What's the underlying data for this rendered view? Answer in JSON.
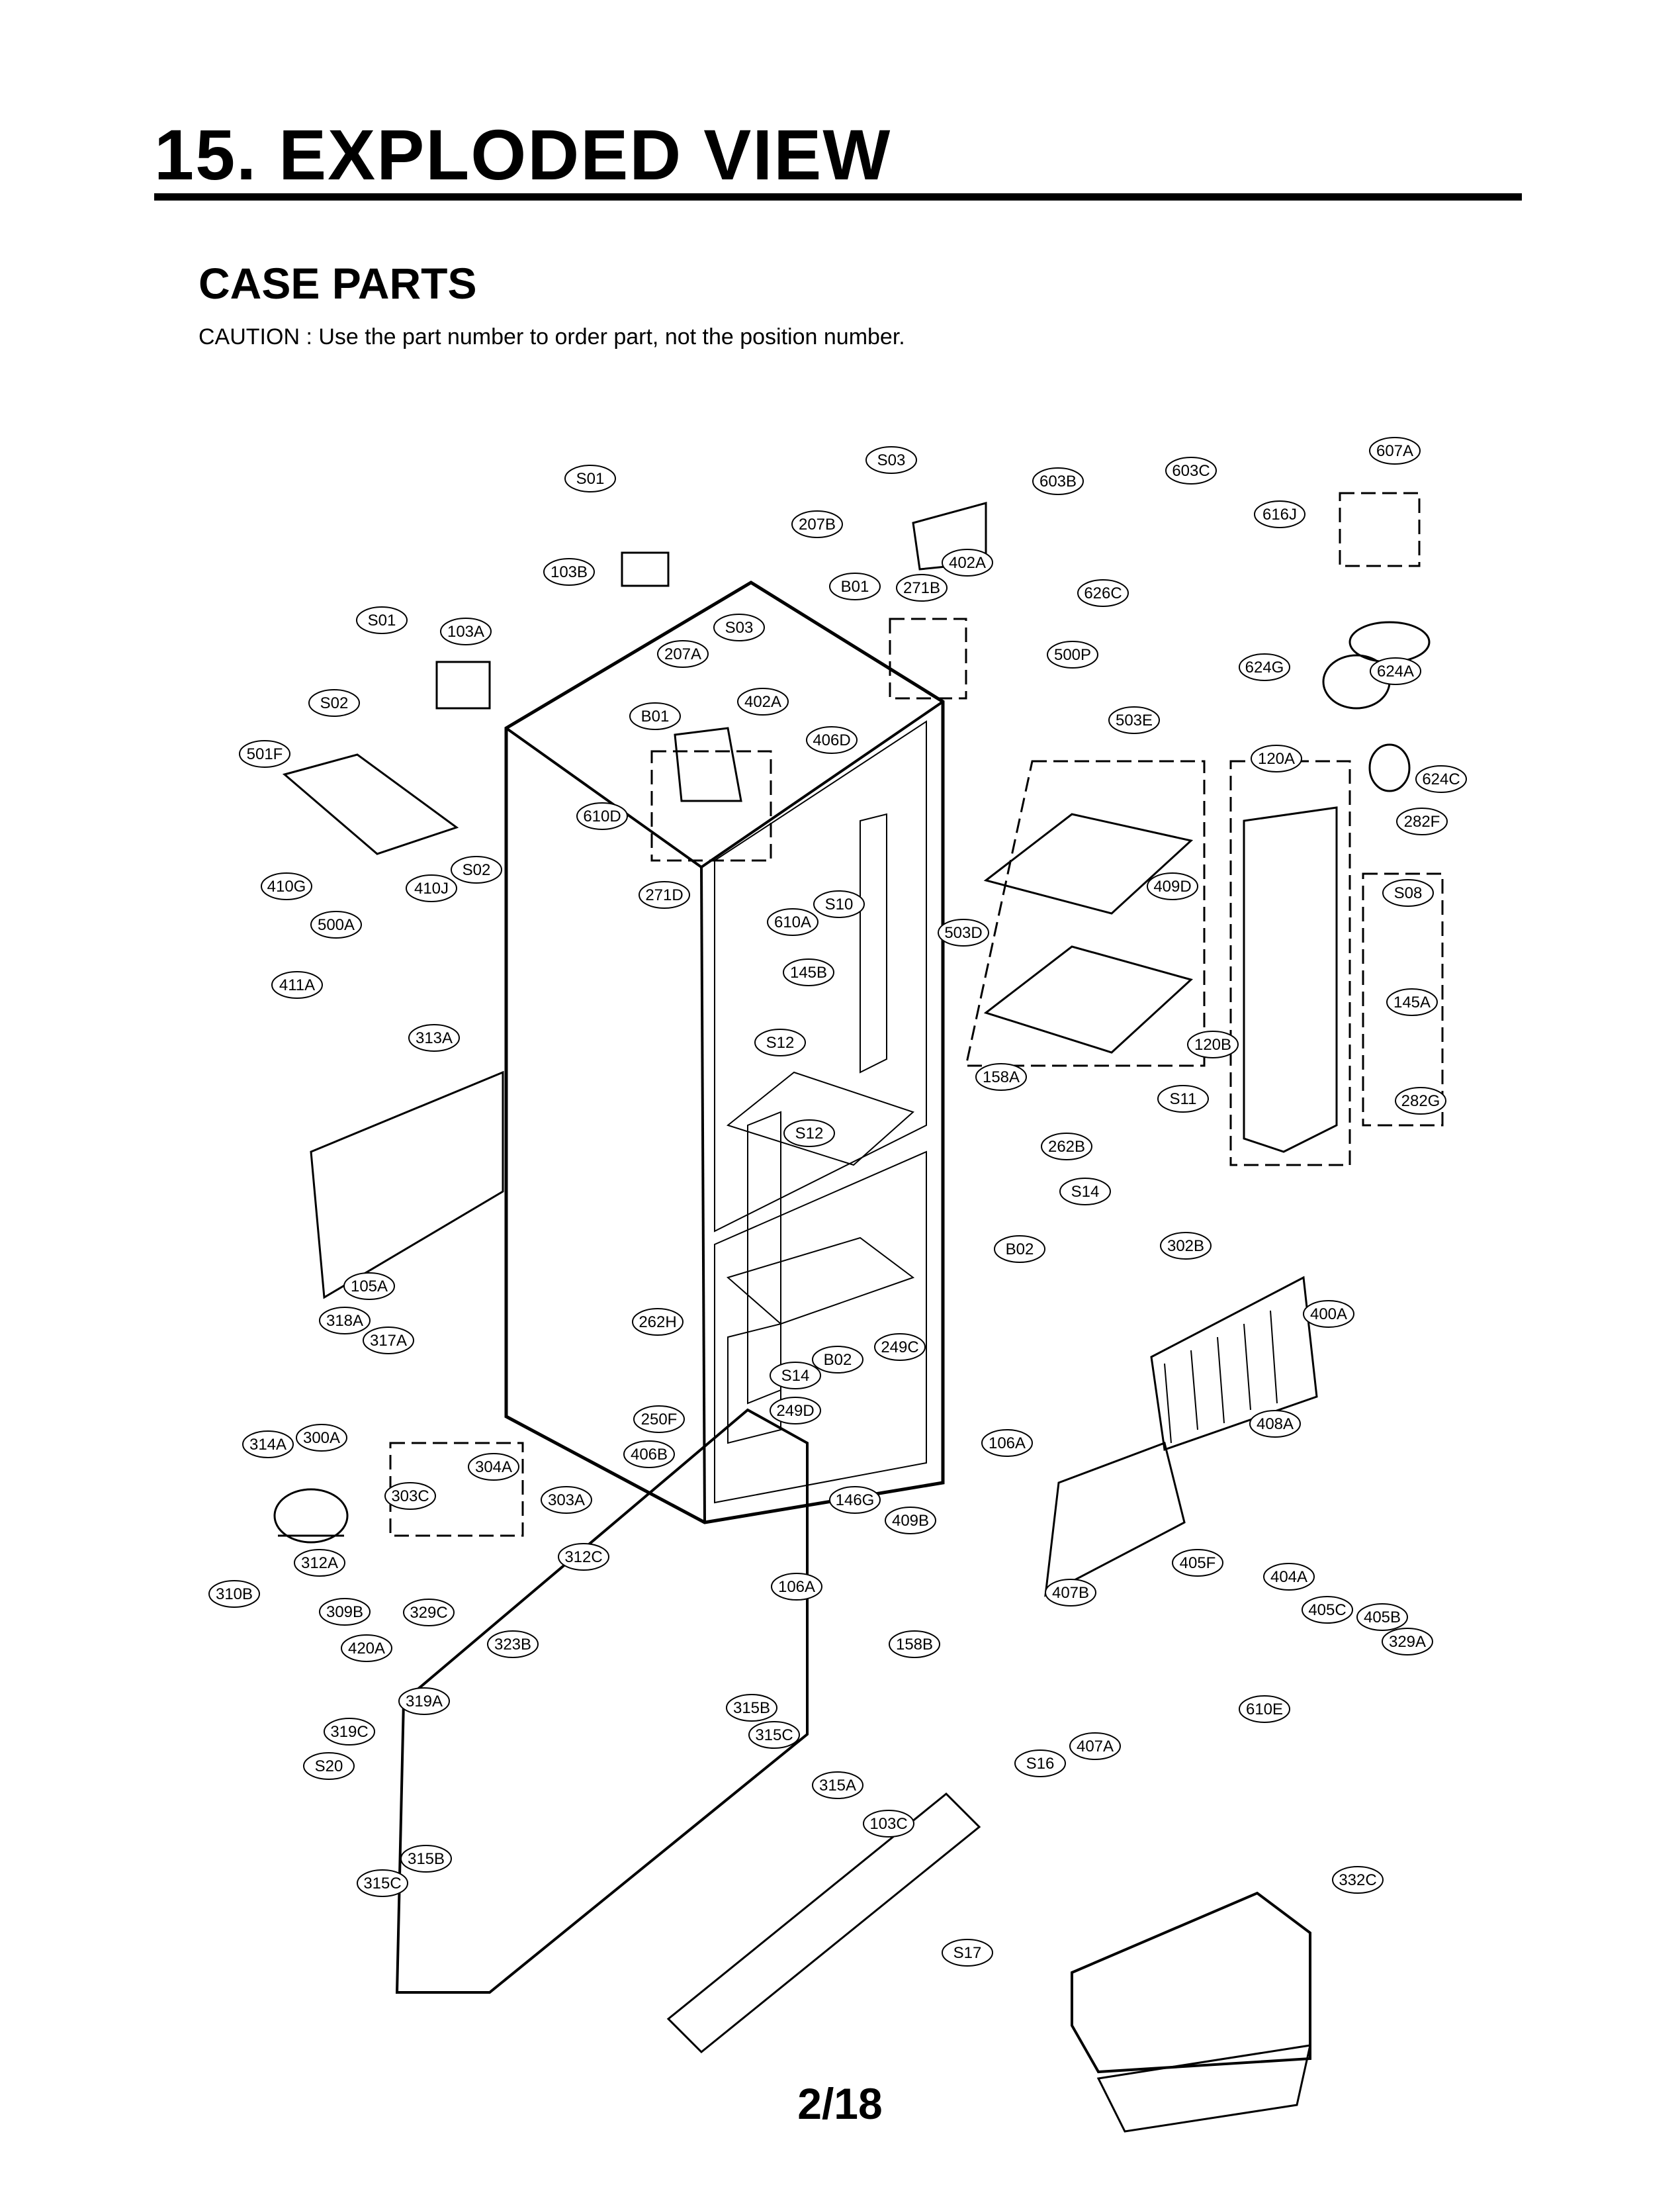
{
  "header": {
    "title": "15. EXPLODED VIEW",
    "section": "CASE PARTS",
    "caution": "CAUTION : Use the part number to order part, not the position number."
  },
  "footer": {
    "page": "2/18"
  },
  "callouts": [
    {
      "id": "S01"
    },
    {
      "id": "S03"
    },
    {
      "id": "607A"
    },
    {
      "id": "603C"
    },
    {
      "id": "603B"
    },
    {
      "id": "207B"
    },
    {
      "id": "616J"
    },
    {
      "id": "402A"
    },
    {
      "id": "103B"
    },
    {
      "id": "B01"
    },
    {
      "id": "271B"
    },
    {
      "id": "626C"
    },
    {
      "id": "S01"
    },
    {
      "id": "103A"
    },
    {
      "id": "S03"
    },
    {
      "id": "500P"
    },
    {
      "id": "207A"
    },
    {
      "id": "624G"
    },
    {
      "id": "624A"
    },
    {
      "id": "S02"
    },
    {
      "id": "402A"
    },
    {
      "id": "B01"
    },
    {
      "id": "503E"
    },
    {
      "id": "406D"
    },
    {
      "id": "120A"
    },
    {
      "id": "501F"
    },
    {
      "id": "624C"
    },
    {
      "id": "610D"
    },
    {
      "id": "282F"
    },
    {
      "id": "S02"
    },
    {
      "id": "410J"
    },
    {
      "id": "410G"
    },
    {
      "id": "271D"
    },
    {
      "id": "S10"
    },
    {
      "id": "409D"
    },
    {
      "id": "S08"
    },
    {
      "id": "500A"
    },
    {
      "id": "610A"
    },
    {
      "id": "503D"
    },
    {
      "id": "411A"
    },
    {
      "id": "145B"
    },
    {
      "id": "145A"
    },
    {
      "id": "313A"
    },
    {
      "id": "S12"
    },
    {
      "id": "120B"
    },
    {
      "id": "158A"
    },
    {
      "id": "S11"
    },
    {
      "id": "282G"
    },
    {
      "id": "S12"
    },
    {
      "id": "262B"
    },
    {
      "id": "S14"
    },
    {
      "id": "B02"
    },
    {
      "id": "302B"
    },
    {
      "id": "105A"
    },
    {
      "id": "400A"
    },
    {
      "id": "318A"
    },
    {
      "id": "262H"
    },
    {
      "id": "317A"
    },
    {
      "id": "249C"
    },
    {
      "id": "B02"
    },
    {
      "id": "S14"
    },
    {
      "id": "408A"
    },
    {
      "id": "250F"
    },
    {
      "id": "249D"
    },
    {
      "id": "106A"
    },
    {
      "id": "406B"
    },
    {
      "id": "314A"
    },
    {
      "id": "300A"
    },
    {
      "id": "304A"
    },
    {
      "id": "303C"
    },
    {
      "id": "303A"
    },
    {
      "id": "146G"
    },
    {
      "id": "409B"
    },
    {
      "id": "312A"
    },
    {
      "id": "312C"
    },
    {
      "id": "405F"
    },
    {
      "id": "404A"
    },
    {
      "id": "310B"
    },
    {
      "id": "106A"
    },
    {
      "id": "407B"
    },
    {
      "id": "405C"
    },
    {
      "id": "405B"
    },
    {
      "id": "309B"
    },
    {
      "id": "329C"
    },
    {
      "id": "158B"
    },
    {
      "id": "329A"
    },
    {
      "id": "420A"
    },
    {
      "id": "323B"
    },
    {
      "id": "610E"
    },
    {
      "id": "319A"
    },
    {
      "id": "315B"
    },
    {
      "id": "319C"
    },
    {
      "id": "315C"
    },
    {
      "id": "407A"
    },
    {
      "id": "S20"
    },
    {
      "id": "S16"
    },
    {
      "id": "315A"
    },
    {
      "id": "103C"
    },
    {
      "id": "315B"
    },
    {
      "id": "315C"
    },
    {
      "id": "332C"
    },
    {
      "id": "S17"
    }
  ]
}
